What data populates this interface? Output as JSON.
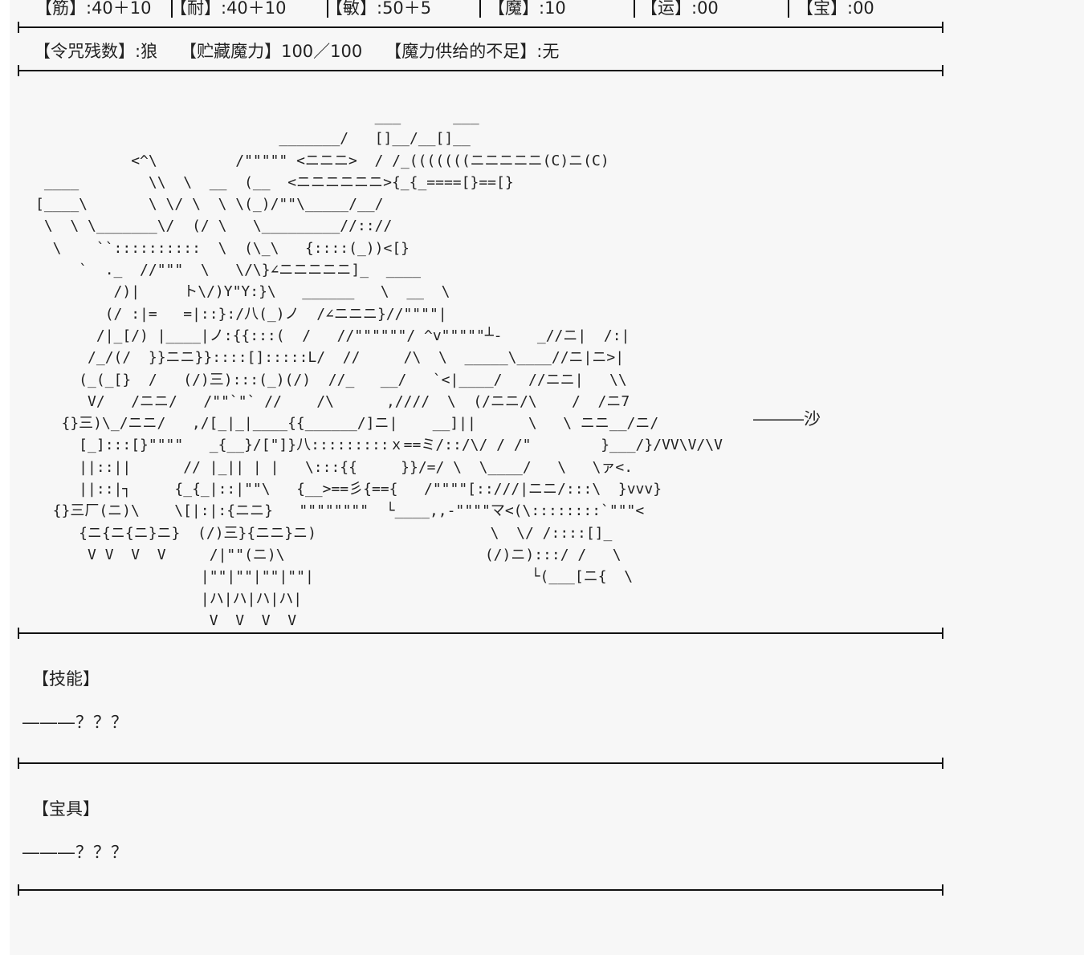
{
  "stats": [
    {
      "label": "【筋】:40＋10"
    },
    {
      "label": "【耐】:40＋10"
    },
    {
      "label": "【敏】:50＋5"
    },
    {
      "label": "【魔】:10"
    },
    {
      "label": "【运】:00"
    },
    {
      "label": "【宝】:00"
    }
  ],
  "status": {
    "command_spells": "【令咒残数】:狼",
    "stored_mana": "【贮藏魔力】100／100",
    "mana_shortage": "【魔力供给的不足】:无"
  },
  "art": {
    "lines": [
      "                                       ___      ___",
      "                            _______/   []__/__[]__",
      "           <^\\         /\"\"\"\"\" <ニニニ>  / /_(((((((ニニニニニ(C)ニ(C)",
      " ____        \\\\  \\  __  (__  <ニニニニニニ>{_{_====[}==[}",
      "[____\\       \\ \\/ \\  \\ \\(_)/\"\"\\_____/__/",
      " \\  \\ \\_______\\/  (/ \\   \\_________//:://",
      "  \\    ``::::::::::  \\  (\\_\\   {::::(_))<[}",
      "     `  ._  //\"\"\"  \\   \\/\\}∠ニニニニニ]_  ____",
      "         /)|     ト\\/)Y\"Y:}\\   ______   \\  __  \\",
      "        (/ :|=   =|::}:/八(_)ノ  /∠ニニニ}//\"\"\"\"|",
      "       /|_[/) |____|ノ:{{:::(  /   //\"\"\"\"\"\"/ ^v\"\"\"\"\"┴-    _//ニ|  /:|",
      "      /_/(/  }}ニニ}}::::[]:::::L/  //     /\\  \\  _____\\____//ニ|ニ>|",
      "     (_(_[}  /   (/)三):::(_)(/)  //_   __/   `<|____/   //ニニ|   \\\\",
      "      V/   /ニニ/   /\"\"`\"` //    /\\      ,////  \\  (/ニニ/\\    /  /ニ7",
      "   {}三)\\_/ニニ/   ,/[_|_|____{{______/]ニ|    __]||      \\   \\ ニニ__/ニ/",
      "     [_]:::[}\"\"\"\"   _{__}/[\"]}八:::::::::ｘ==ミ/::/\\/ / /\"        }___/}/VV\\V/\\V",
      "     ||::||      // |_|| | |   \\:::{{     }}/=/ \\  \\____/   \\   \\ァ<.",
      "     ||::|┐     {_{_|::|\"\"\\   {__>==彡{=={   /\"\"\"\"[::///|ニニ/:::\\  }vvv}",
      "  {}三厂(ニ)\\    \\[|:|:{ニニ}   \"\"\"\"\"\"\"\"  └____,,-\"\"\"\"マ<(\\::::::::`\"\"\"<",
      "     {ニ{ニ{ニ}ニ}  (/)三}{ニニ}ニ)                    \\  \\/ /::::[]_",
      "      V V  V  V     /|\"\"(ニ)\\                       (/)ニ):::/ /   \\",
      "                   |\"\"|\"\"|\"\"|\"\"|                         └(___[ニ{  \\",
      "                   |ハ|ハ|ハ|ハ|",
      "                    V  V  V  V"
    ],
    "sound_effect": "―――沙"
  },
  "skills": {
    "heading": "【技能】",
    "body": "―――？？？"
  },
  "noble_phantasm": {
    "heading": "【宝具】",
    "body": "―――？？？"
  }
}
